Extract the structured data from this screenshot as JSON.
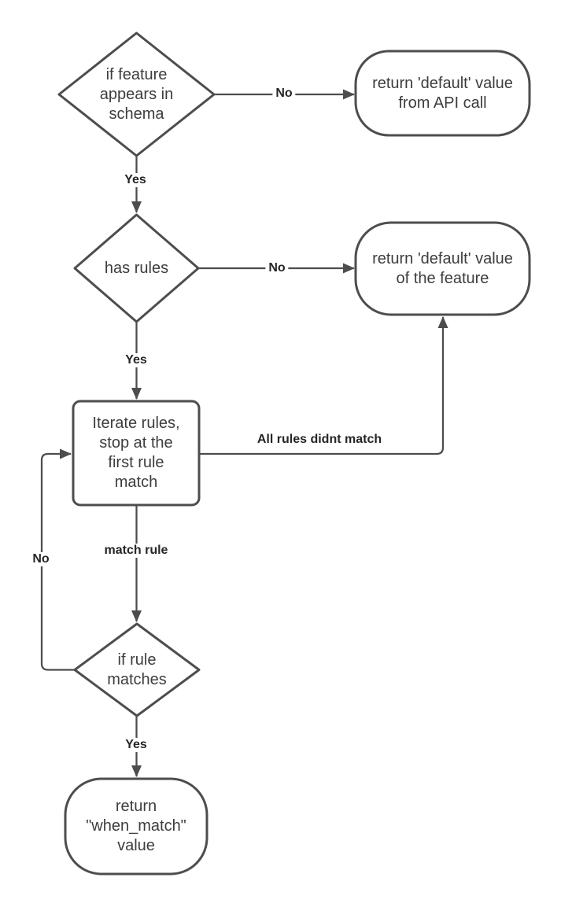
{
  "diagram": {
    "colors": {
      "background": "#ffffff",
      "shape_stroke": "#4d4d4d",
      "shape_fill": "#ffffff",
      "node_text": "#3d3d3d",
      "edge_label_text": "#262626"
    },
    "nodes": [
      {
        "id": "decision-feature-in-schema",
        "type": "decision",
        "label": "if feature\nappears in\nschema"
      },
      {
        "id": "terminator-return-default-api",
        "type": "terminator",
        "label": "return 'default' value\nfrom API call"
      },
      {
        "id": "decision-has-rules",
        "type": "decision",
        "label": "has rules"
      },
      {
        "id": "terminator-return-default-feature",
        "type": "terminator",
        "label": "return 'default' value\nof the feature"
      },
      {
        "id": "process-iterate-rules",
        "type": "process",
        "label": "Iterate rules,\nstop at the\nfirst rule\nmatch"
      },
      {
        "id": "decision-rule-matches",
        "type": "decision",
        "label": "if rule\nmatches"
      },
      {
        "id": "terminator-return-when-match",
        "type": "terminator",
        "label": "return\n\"when_match\"\nvalue"
      }
    ],
    "edge_labels": [
      {
        "id": "no-feature-in-schema",
        "text": "No"
      },
      {
        "id": "yes-feature-in-schema",
        "text": "Yes"
      },
      {
        "id": "no-has-rules",
        "text": "No"
      },
      {
        "id": "yes-has-rules",
        "text": "Yes"
      },
      {
        "id": "all-rules-didnt-match",
        "text": "All rules didnt match"
      },
      {
        "id": "match-rule",
        "text": "match rule"
      },
      {
        "id": "no-rule-matches",
        "text": "No"
      },
      {
        "id": "yes-rule-matches",
        "text": "Yes"
      }
    ]
  }
}
